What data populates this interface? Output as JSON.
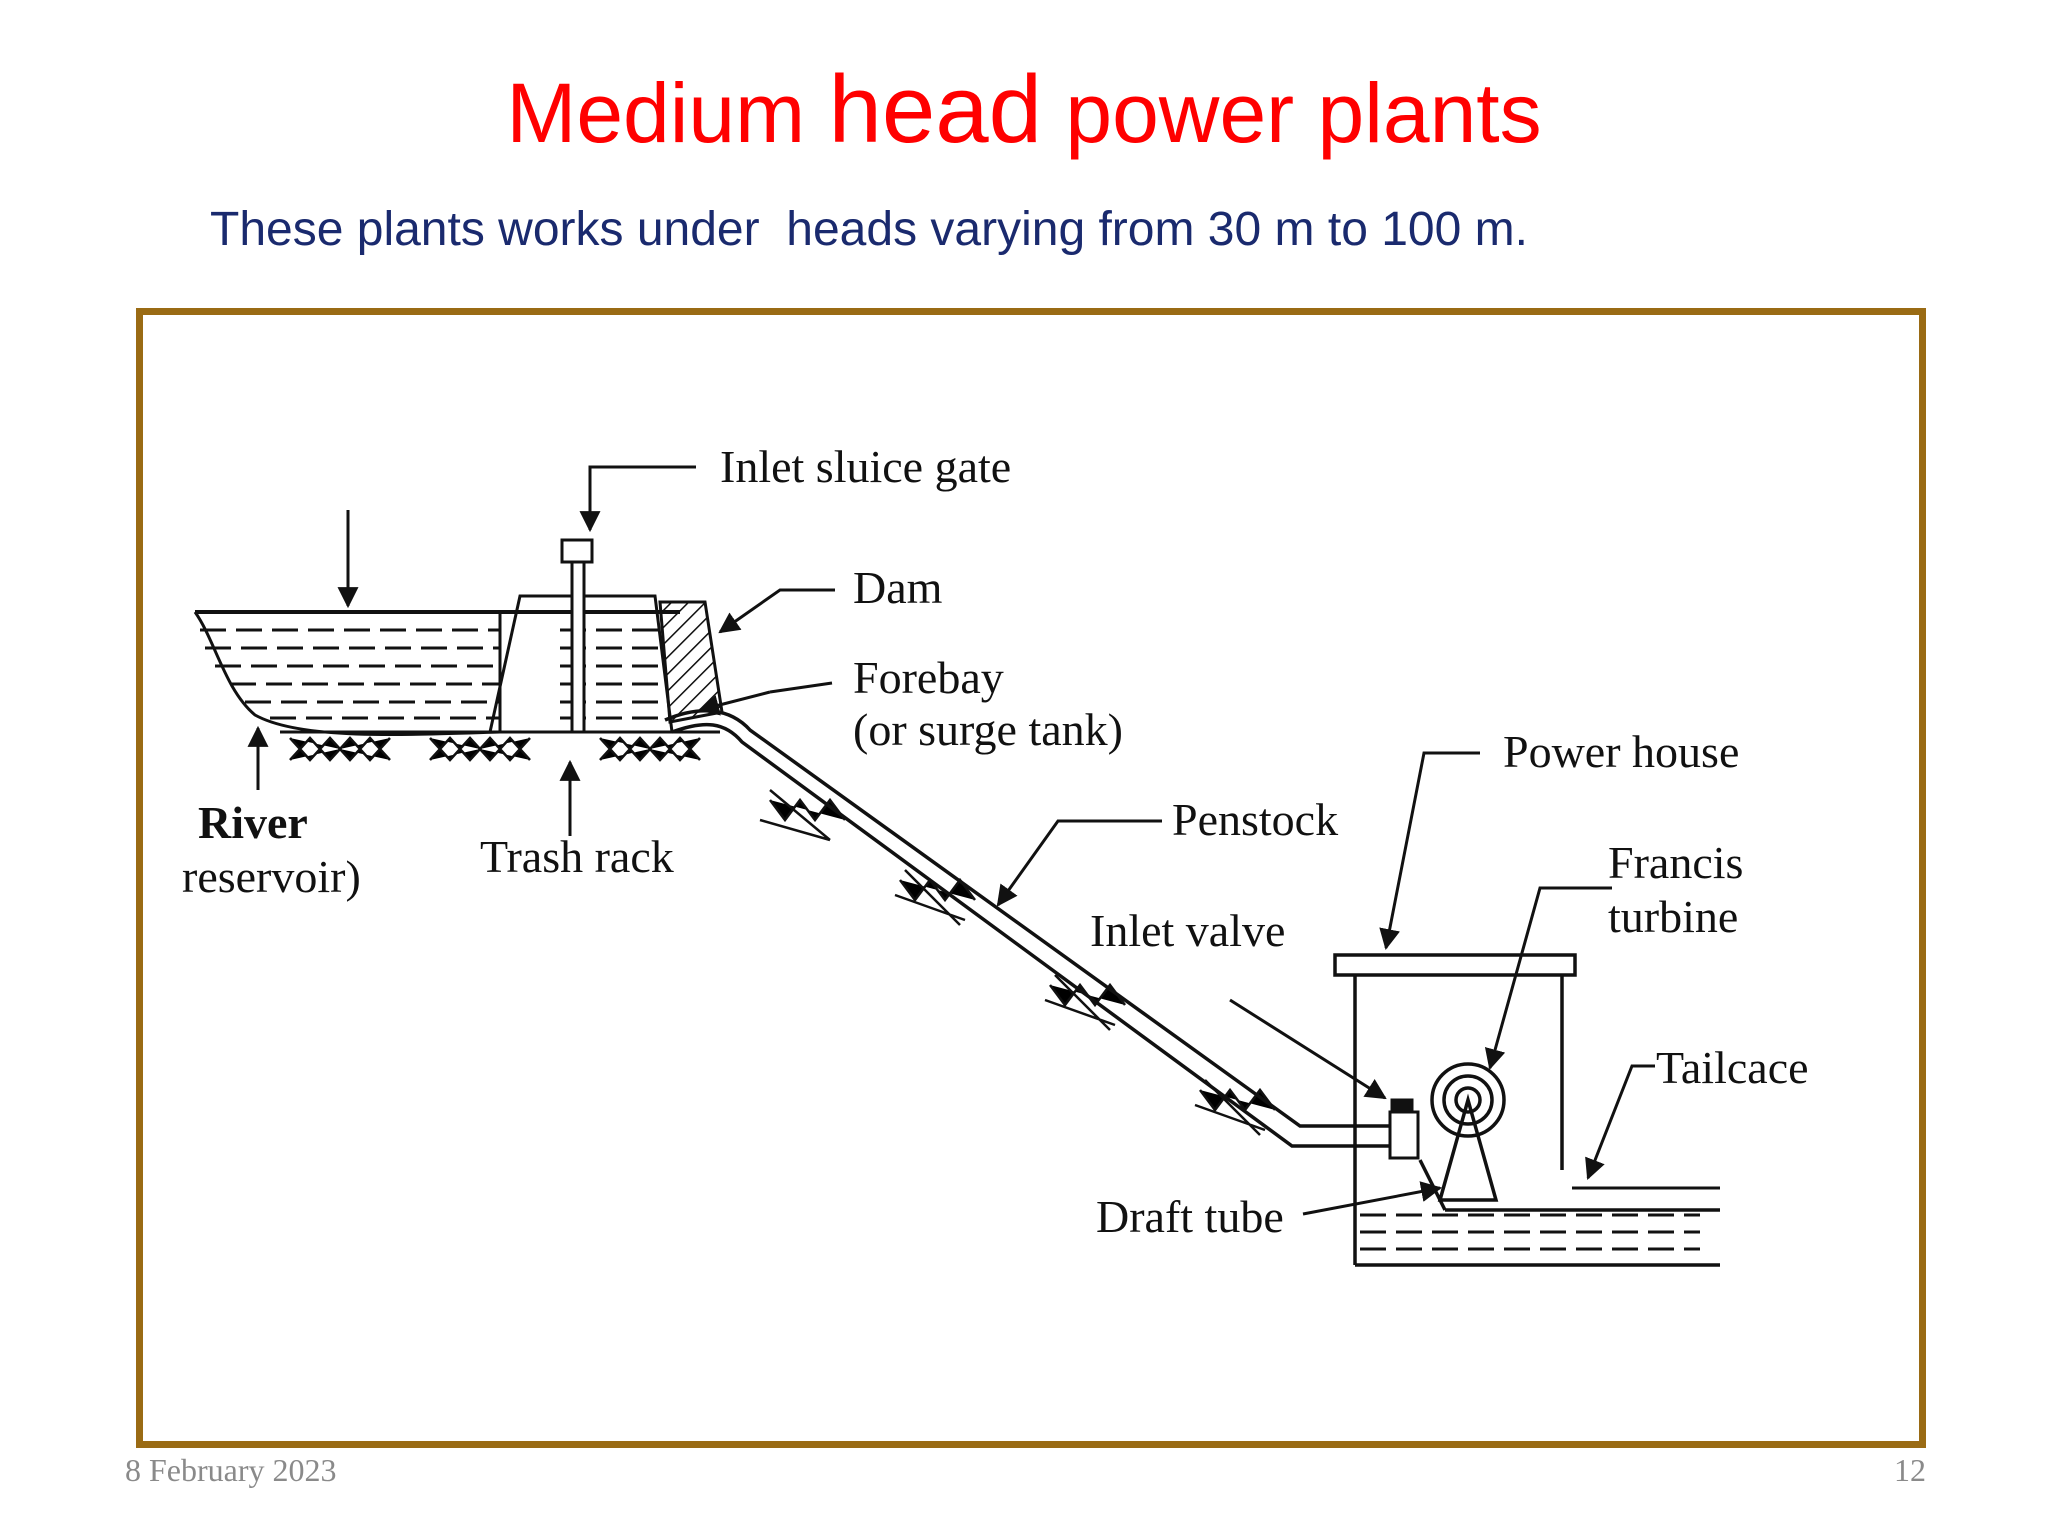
{
  "slide": {
    "title_part1": "Medium ",
    "title_part2": "head",
    "title_part3": " power plants",
    "subtitle": "These plants works under  heads varying from 30 m to 100 m.",
    "footer_date": "8 February 2023",
    "footer_page": "12"
  },
  "diagram": {
    "labels": {
      "inlet_sluice_gate": "Inlet sluice gate",
      "dam": "Dam",
      "forebay": "Forebay",
      "forebay_note": "(or surge tank)",
      "power_house": "Power house",
      "penstock": "Penstock",
      "francis": "Francis",
      "turbine": "turbine",
      "river": "River",
      "reservoir": "reservoir)",
      "trash_rack": "Trash rack",
      "inlet_valve": "Inlet valve",
      "tailcace": "Tailcace",
      "draft_tube": "Draft tube"
    }
  },
  "colors": {
    "title": "#ff0000",
    "subtitle": "#1a2a6e",
    "frame": "#9a6b14",
    "footer": "#8a8a8a"
  }
}
